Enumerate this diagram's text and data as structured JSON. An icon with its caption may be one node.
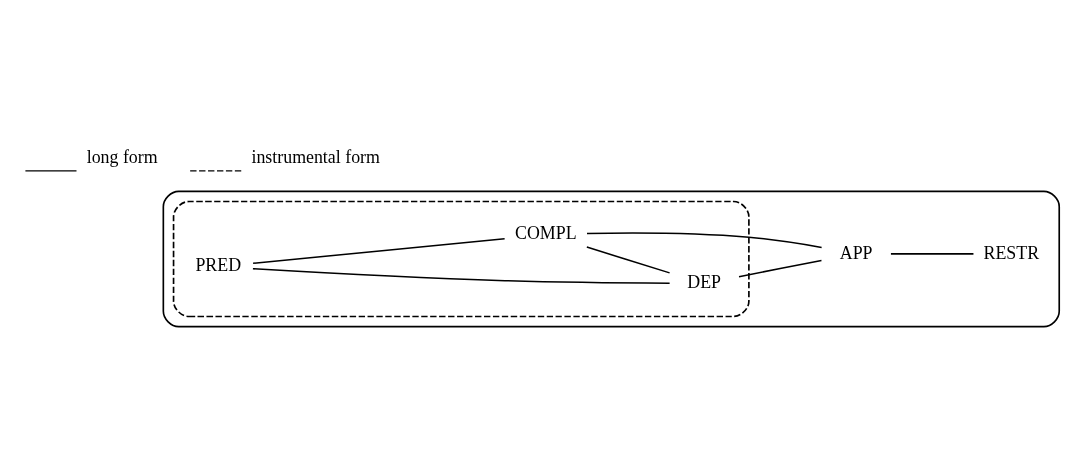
{
  "diagram": {
    "nodes": [
      {
        "text": [],
        "shape": "cloud"
      },
      {
        "text": [],
        "shape": "cloud",
        "in": 0
      },
      {
        "text": [
          "PRED"
        ],
        "in": 1
      },
      {
        "text": [
          "COMPL"
        ],
        "in": 1
      },
      {
        "text": [
          "DEP"
        ],
        "in": 1
      },
      {
        "text": [
          "APP"
        ],
        "in": 0
      },
      {
        "text": [
          "RESTR"
        ],
        "in": 0
      }
    ],
    "edges": [
      {
        "from": 2,
        "to": 3,
        "arrow": "none"
      },
      {
        "from": 2,
        "to": 4,
        "arrow": "none"
      },
      {
        "from": 3,
        "to": 4,
        "arrow": "none"
      },
      {
        "from": 3,
        "to": 5,
        "arrow": "none"
      },
      {
        "from": 4,
        "to": 5,
        "arrow": "none"
      },
      {
        "from": 5,
        "to": 6,
        "arrow": "none"
      }
    ],
    "legend": [
      {
        "text": "long form"
      },
      {
        "text": "instrumental form"
      }
    ]
  }
}
